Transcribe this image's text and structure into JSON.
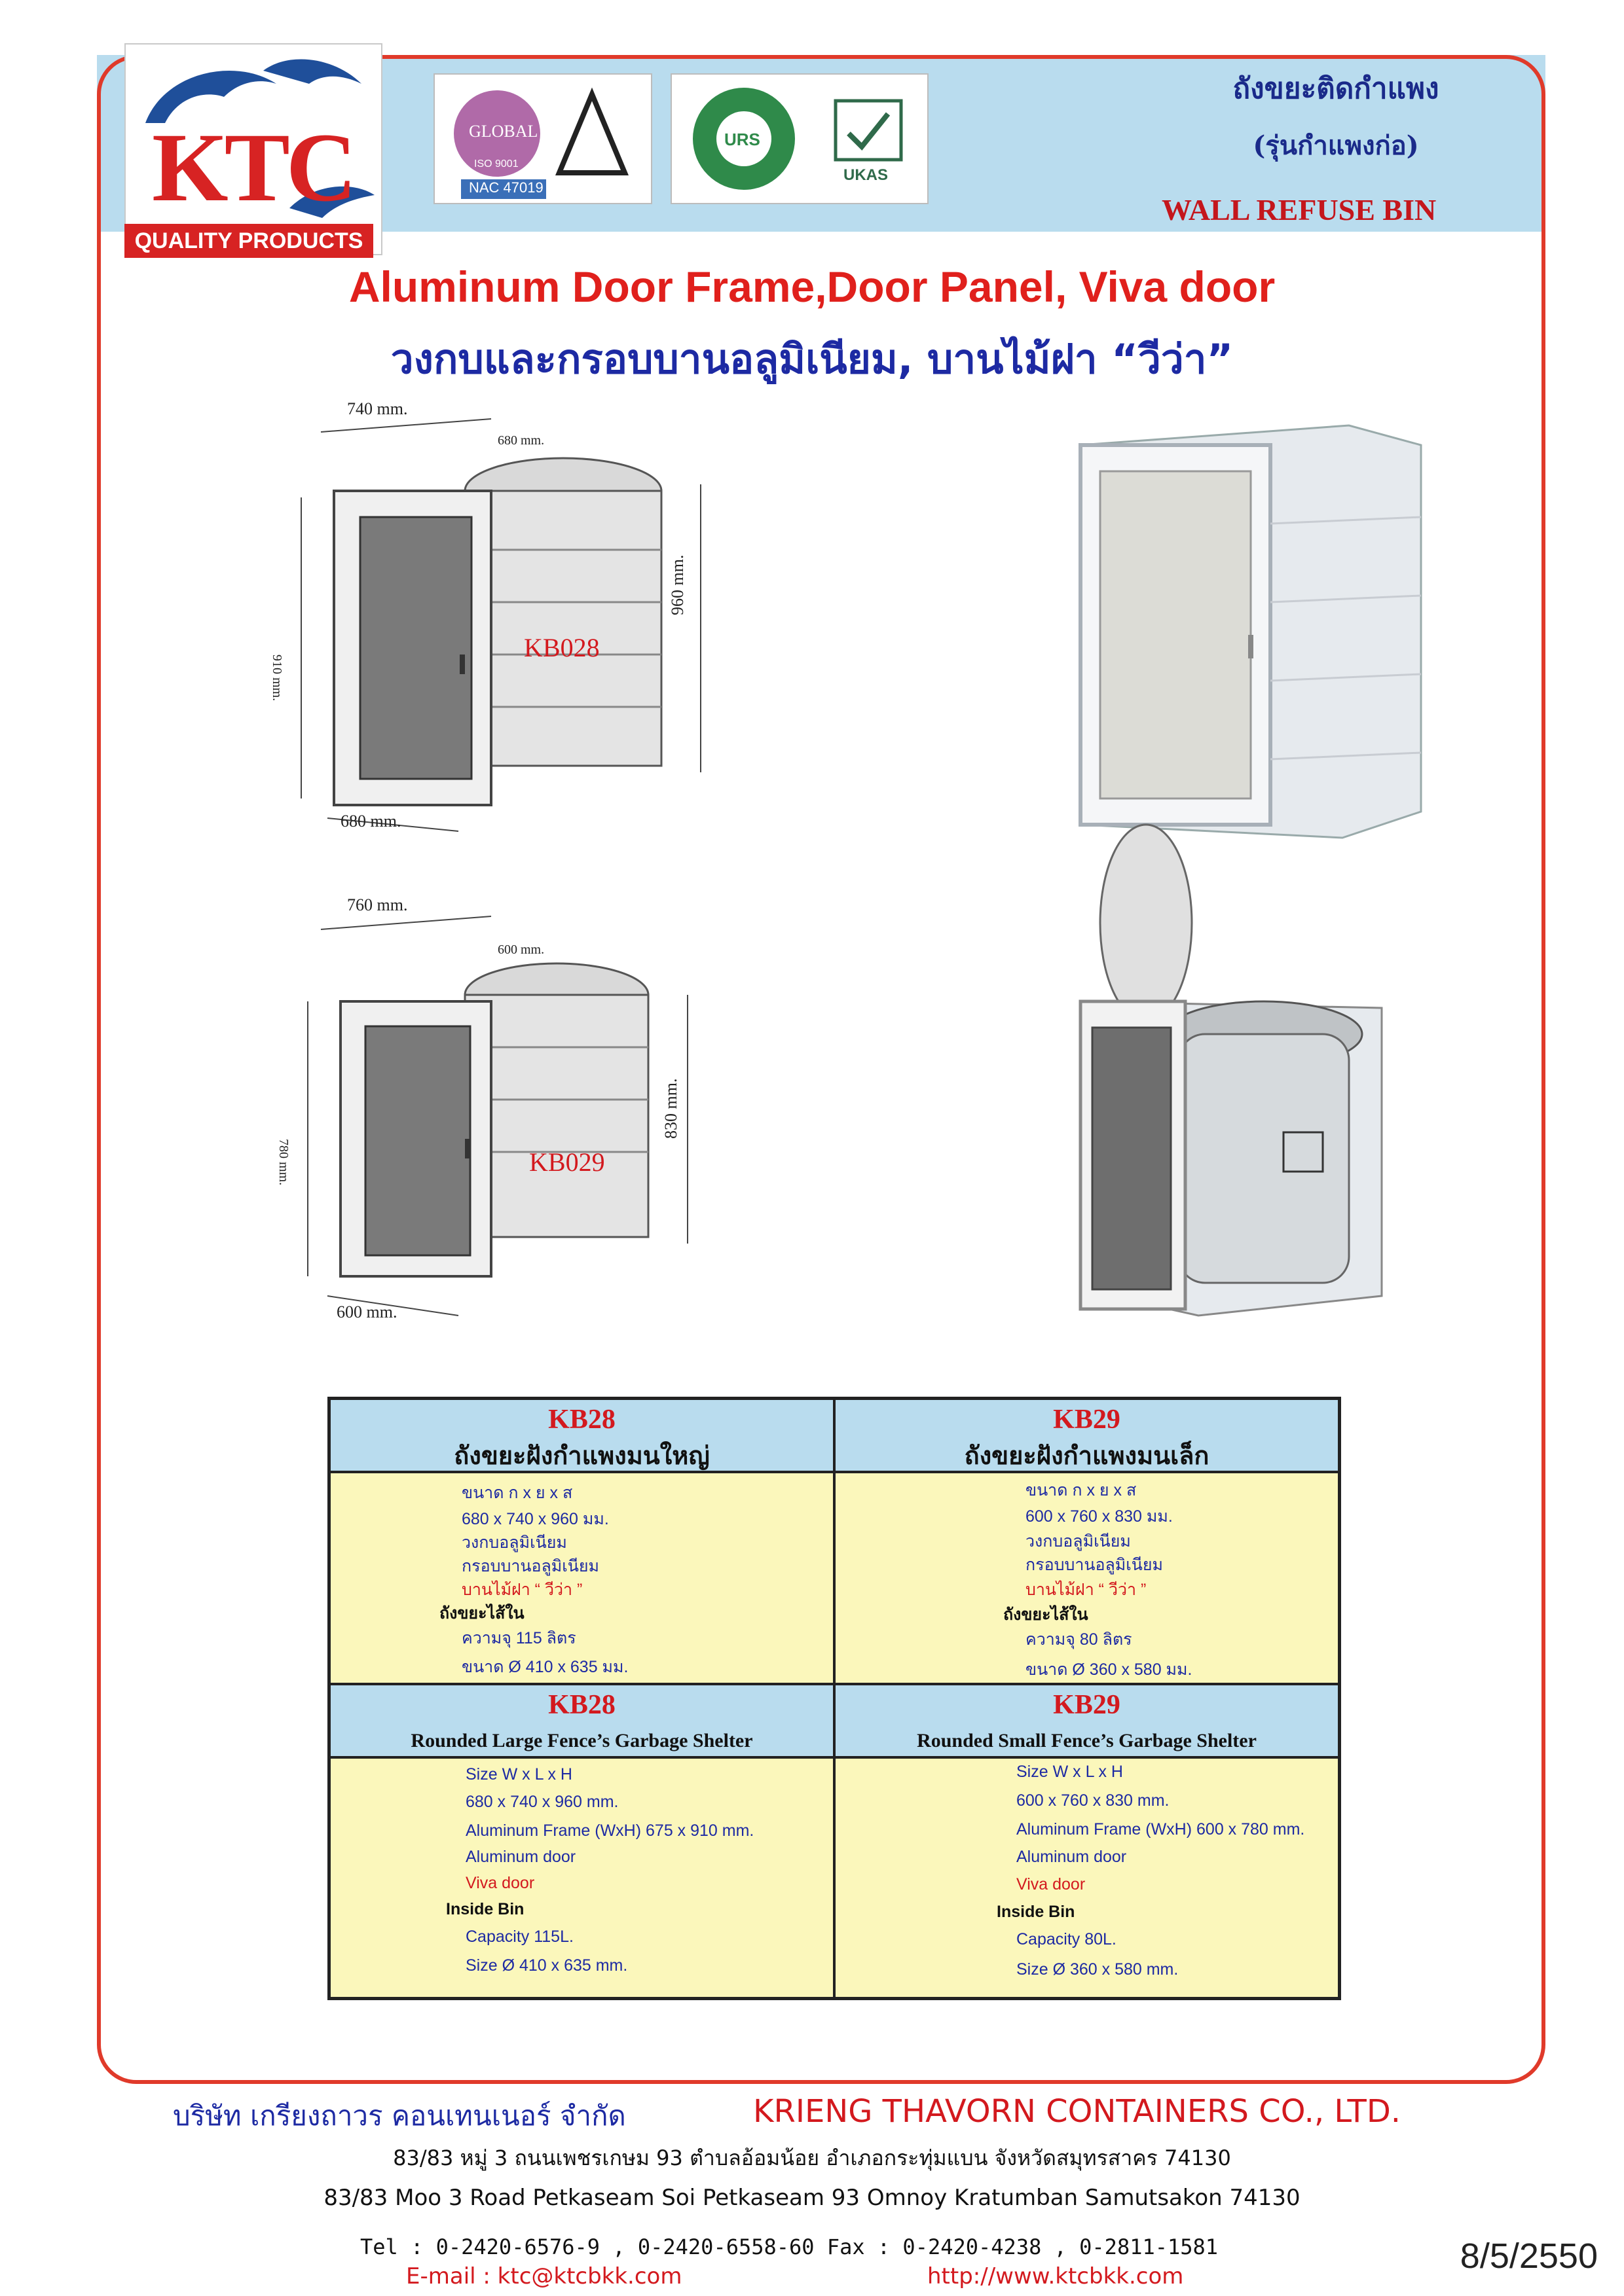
{
  "header": {
    "logo_text": "KTC",
    "logo_tagline": "QUALITY PRODUCTS",
    "cert_global": "GLOBAL",
    "cert_nac": "NAC 47019",
    "cert_iso": "ISO 9001",
    "cert_urs": "URS",
    "cert_ukas": "UKAS",
    "title_th": "ถังขยะติดกำแพง",
    "subtitle_th": "(รุ่นกำแพงก่อ)",
    "title_en": "WALL REFUSE BIN"
  },
  "heading": {
    "line1": "Aluminum Door Frame,Door Panel, Viva door",
    "line2": "วงกบและกรอบบานอลูมิเนียม, บานไม้ฝา “วีว่า”"
  },
  "products": {
    "kb028": {
      "label": "KB028",
      "w": "740 mm.",
      "top": "680 mm.",
      "h": "960 mm.",
      "frame_h": "910 mm.",
      "d": "680 mm."
    },
    "kb029": {
      "label": "KB029",
      "w": "760 mm.",
      "top": "600 mm.",
      "h": "830 mm.",
      "frame_h": "780 mm.",
      "d": "600 mm."
    }
  },
  "table": {
    "th_left": {
      "code": "KB28",
      "name": "ถังขยะฝังกำแพงมนใหญ่",
      "lines": [
        "ขนาด ก x ย x ส",
        "680 x 740 x 960 มม.",
        "วงกบอลูมิเนียม",
        "กรอบบานอลูมิเนียม",
        "บานไม้ฝา “ วีว่า ”",
        "ถังขยะไส้ใน",
        "ความจุ 115 ลิตร",
        "ขนาด Ø 410 x 635 มม."
      ]
    },
    "th_right": {
      "code": "KB29",
      "name": "ถังขยะฝังกำแพงมนเล็ก",
      "lines": [
        "ขนาด ก x ย x ส",
        "600 x 760 x 830 มม.",
        "วงกบอลูมิเนียม",
        "กรอบบานอลูมิเนียม",
        "บานไม้ฝา “ วีว่า ”",
        "ถังขยะไส้ใน",
        "ความจุ 80 ลิตร",
        "ขนาด Ø 360 x 580 มม."
      ]
    },
    "en_left": {
      "code": "KB28",
      "name": "Rounded Large Fence’s Garbage Shelter",
      "lines": [
        "Size W x L x H",
        "680 x 740 x 960 mm.",
        "Aluminum Frame (WxH) 675 x 910 mm.",
        "Aluminum door",
        "Viva door",
        "Inside Bin",
        "Capacity 115L.",
        "Size Ø 410 x 635 mm."
      ]
    },
    "en_right": {
      "code": "KB29",
      "name": "Rounded Small Fence’s Garbage Shelter",
      "lines": [
        "Size W x L x H",
        "600 x 760 x 830 mm.",
        "Aluminum Frame (WxH) 600 x 780 mm.",
        "Aluminum door",
        "Viva door",
        "Inside Bin",
        "Capacity 80L.",
        "Size Ø 360 x 580 mm."
      ]
    }
  },
  "footer": {
    "company_th": "บริษัท เกรียงถาวร คอนเทนเนอร์ จำกัด",
    "company_en": "KRIENG THAVORN CONTAINERS CO., LTD.",
    "address_th": "83/83 หมู่ 3 ถนนเพชรเกษม 93 ตำบลอ้อมน้อย อำเภอกระทุ่มแบน จังหวัดสมุทรสาคร 74130",
    "address_en": "83/83 Moo 3 Road Petkaseam Soi Petkaseam 93 Omnoy Kratumban Samutsakon 74130",
    "tel": "Tel : 0-2420-6576-9 , 0-2420-6558-60  Fax : 0-2420-4238 , 0-2811-1581",
    "email": "E-mail : ktc@ktcbkk.com",
    "web": "http://www.ktcbkk.com",
    "date": "8/5/2550"
  },
  "colors": {
    "frame_red": "#e03a2a",
    "band_blue": "#b9dcee",
    "cell_yellow": "#fbf7bb",
    "title_red": "#e0201c",
    "title_blue": "#1d2aa3"
  }
}
